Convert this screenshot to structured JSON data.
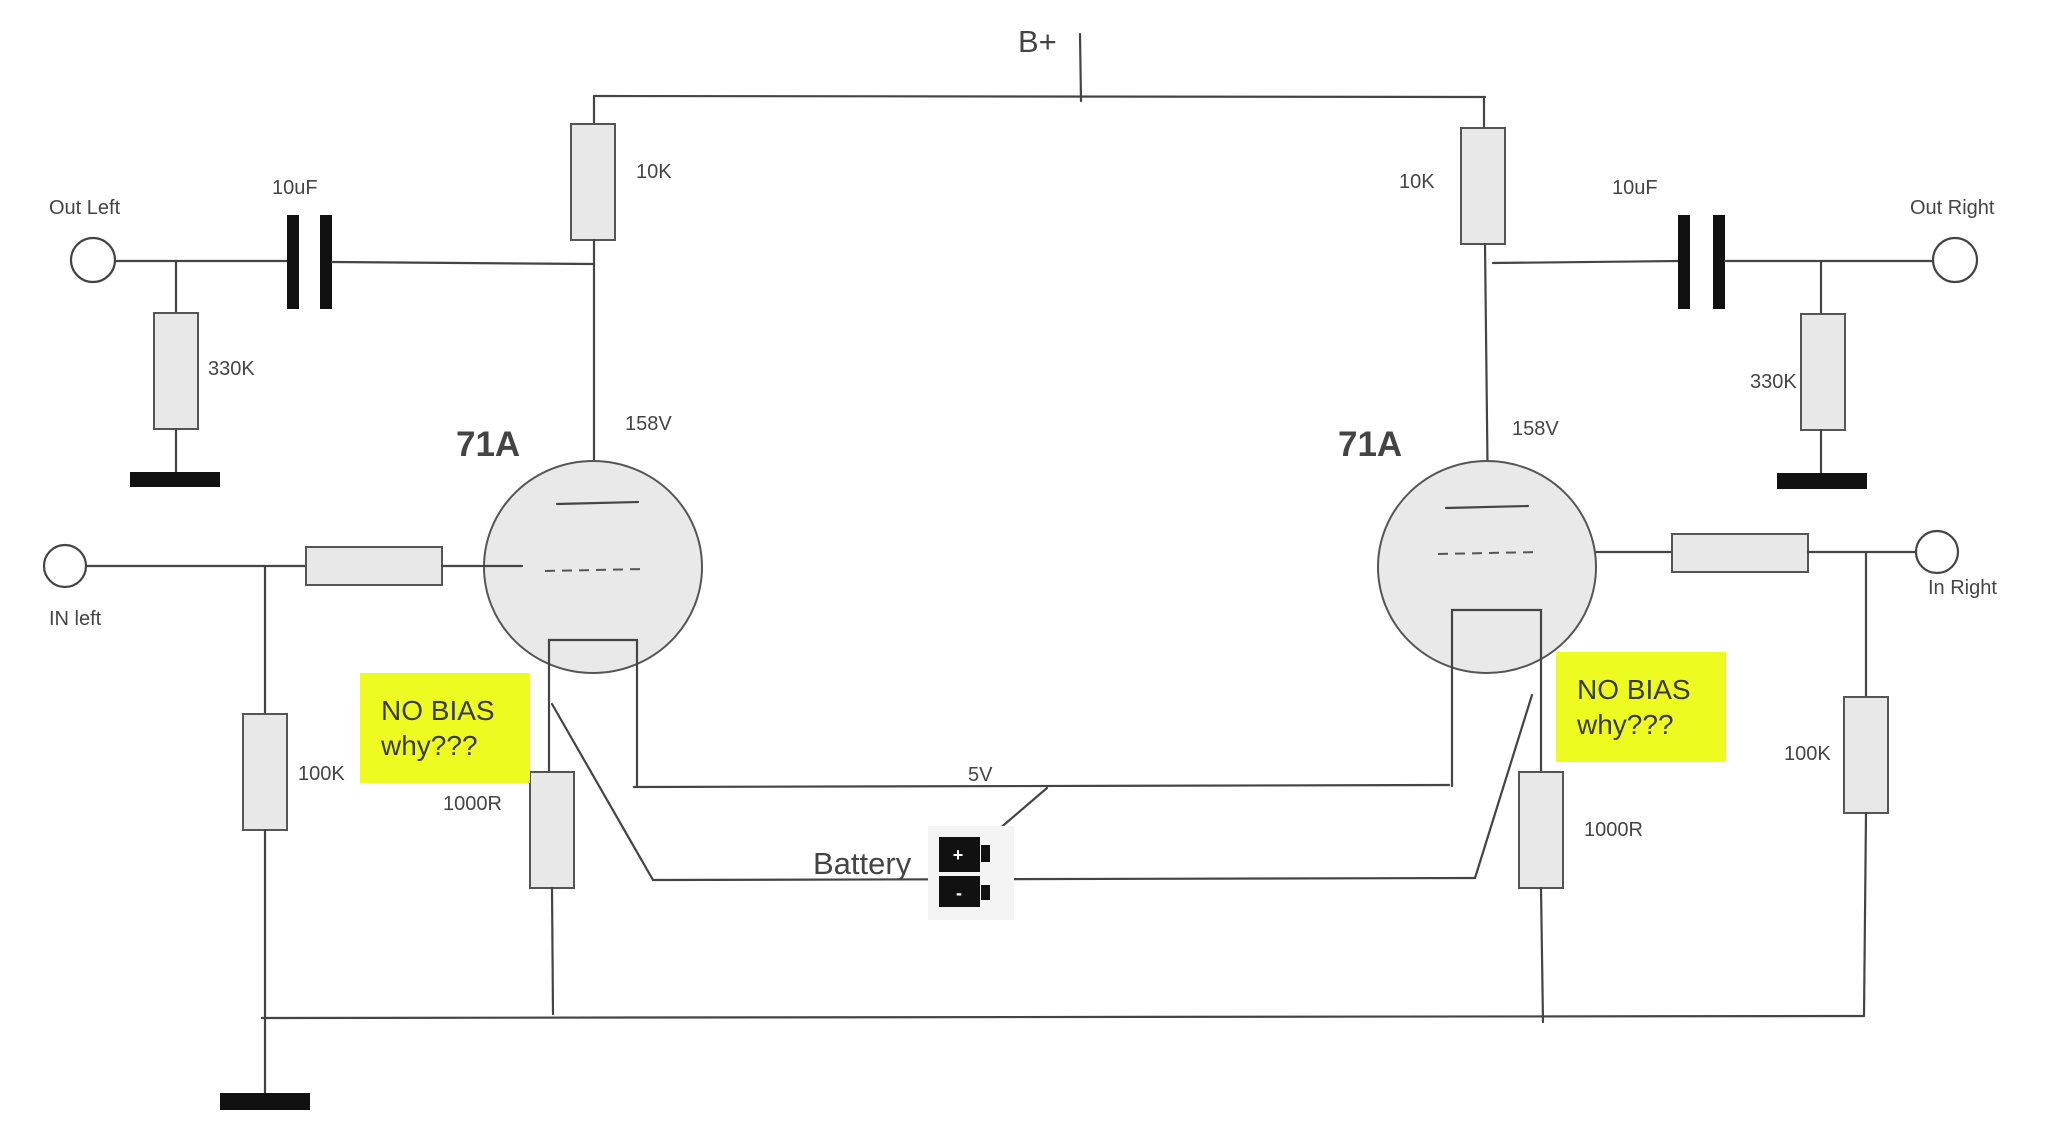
{
  "supply": {
    "label": "B+"
  },
  "resistors": {
    "plate_left": "10K",
    "plate_right": "10K",
    "out_left_load": "330K",
    "out_right_load": "330K",
    "grid_left": "100K",
    "grid_right": "100K",
    "cathode_left": "1000R",
    "cathode_right": "1000R"
  },
  "capacitors": {
    "coupling_left": "10uF",
    "coupling_right": "10uF"
  },
  "tubes": {
    "left": {
      "type": "71A",
      "plate_voltage": "158V"
    },
    "right": {
      "type": "71A",
      "plate_voltage": "158V"
    }
  },
  "filament": {
    "voltage": "5V"
  },
  "battery": {
    "label": "Battery",
    "plus": "+",
    "minus": "-"
  },
  "io": {
    "out_left": "Out Left",
    "out_right": "Out Right",
    "in_left": "IN left",
    "in_right": "In Right"
  },
  "notes": {
    "left": {
      "line1": "NO BIAS",
      "line2": "why???",
      "color": "#eefb20"
    },
    "right": {
      "line1": "NO BIAS",
      "line2": "why???",
      "color": "#eefb20"
    }
  }
}
